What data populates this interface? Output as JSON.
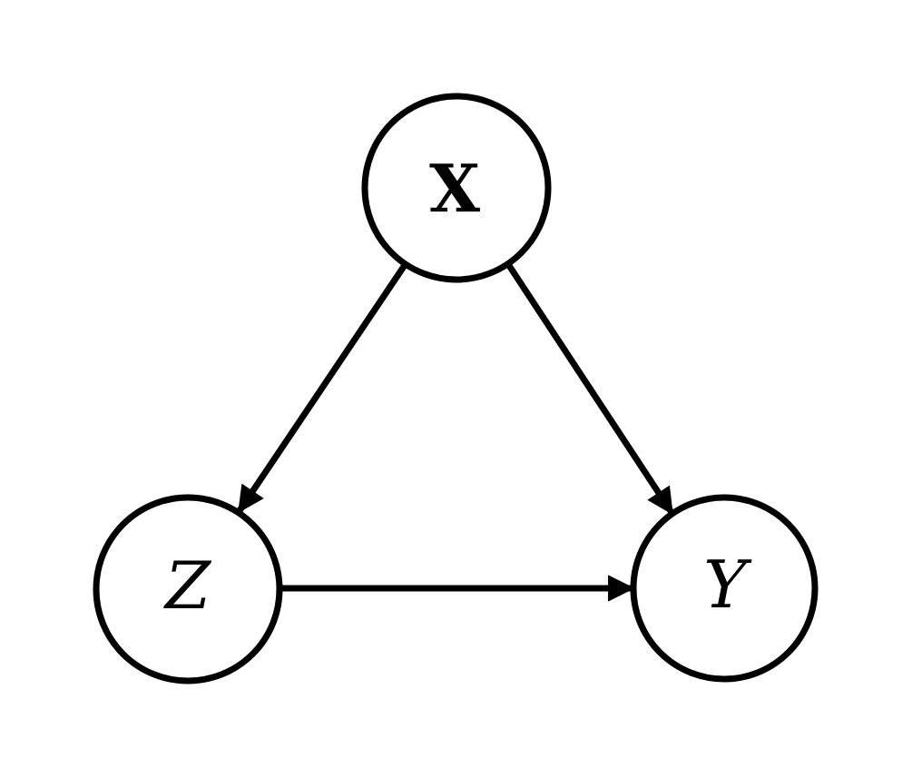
{
  "figure": {
    "type": "directed-graph",
    "background_color": "#ffffff",
    "stroke_color": "#000000",
    "nodes": [
      {
        "id": "X",
        "label": "X",
        "position": "top-center",
        "emphasis": "bold"
      },
      {
        "id": "Z",
        "label": "Z",
        "position": "bottom-left",
        "emphasis": "italic"
      },
      {
        "id": "Y",
        "label": "Y",
        "position": "bottom-right",
        "emphasis": "italic"
      }
    ],
    "edges": [
      {
        "from": "X",
        "to": "Z",
        "directed": true
      },
      {
        "from": "X",
        "to": "Y",
        "directed": true
      },
      {
        "from": "Z",
        "to": "Y",
        "directed": true
      }
    ]
  }
}
